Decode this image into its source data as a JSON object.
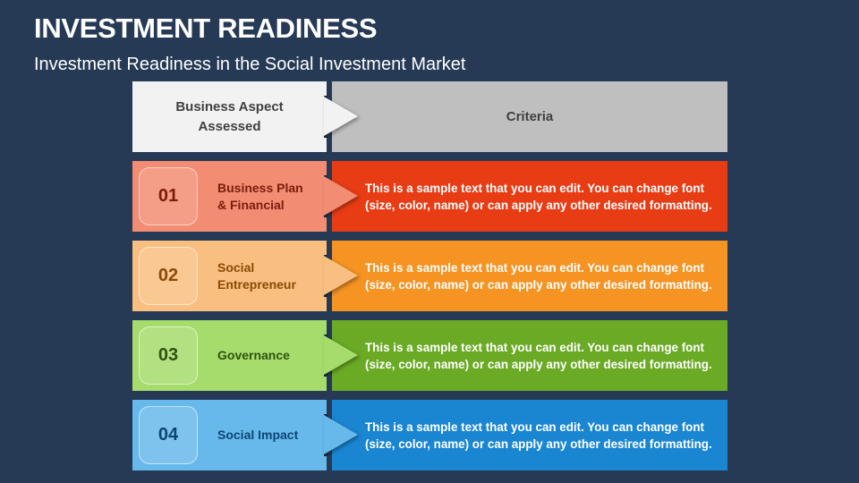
{
  "slide": {
    "title": "INVESTMENT READINESS",
    "subtitle": "Investment Readiness in the Social Investment Market"
  },
  "table": {
    "header": {
      "aspect_label": "Business Aspect Assessed",
      "criteria_label": "Criteria",
      "left_color": "#f2f2f2",
      "right_color": "#bfbfbf"
    },
    "rows": [
      {
        "number": "01",
        "aspect": "Business Plan & Financial",
        "description": "This is a sample text that you can edit. You can change font (size, color, name) or can apply any other desired formatting.",
        "left_color": "#f28c73",
        "right_color": "#e83c15",
        "text_color": "#7a1d0b"
      },
      {
        "number": "02",
        "aspect": "Social Entrepreneur",
        "description": "This is a sample text that you can edit. You can change font (size, color, name) or can apply any other desired formatting.",
        "left_color": "#f8bf80",
        "right_color": "#f59323",
        "text_color": "#8a4a05"
      },
      {
        "number": "03",
        "aspect": "Governance",
        "description": "This is a sample text that you can edit. You can change font (size, color, name) or can apply any other desired formatting.",
        "left_color": "#a6dc6c",
        "right_color": "#6aaa25",
        "text_color": "#2f5210"
      },
      {
        "number": "04",
        "aspect": "Social Impact",
        "description": "This is a sample text that you can edit. You can change font (size, color, name) or can apply any other desired formatting.",
        "left_color": "#67b9ec",
        "right_color": "#1a86d2",
        "text_color": "#0c4670"
      }
    ]
  }
}
